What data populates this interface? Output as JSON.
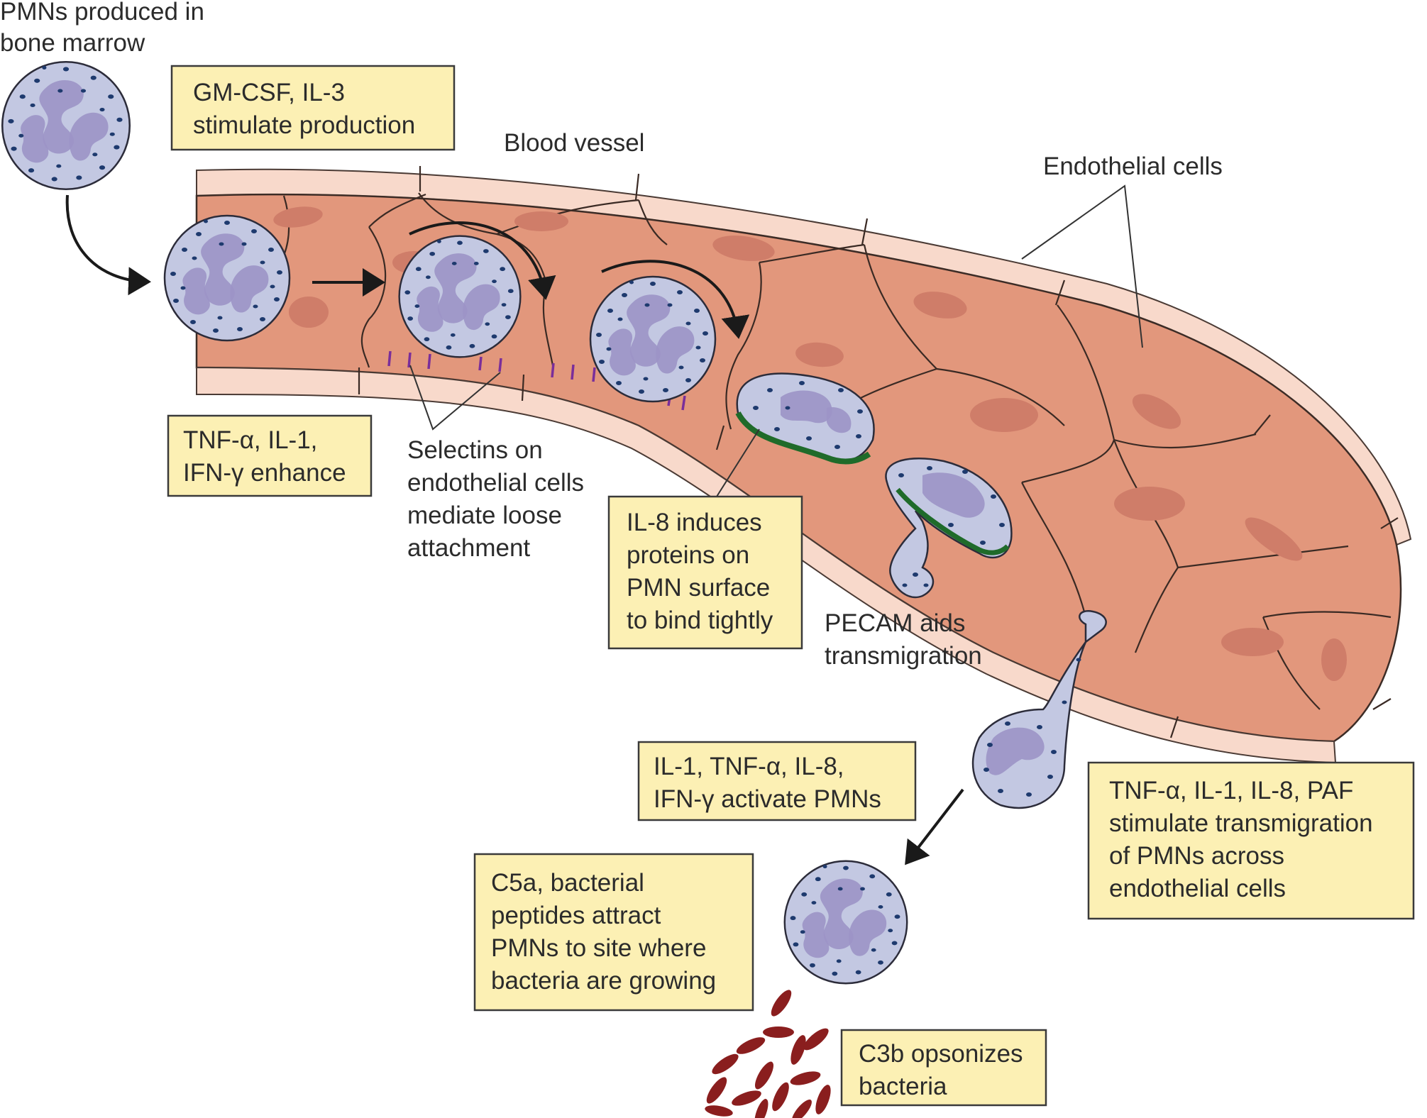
{
  "labels": {
    "pmn_produced": [
      "PMNs produced in",
      "bone marrow"
    ],
    "blood_vessel": "Blood vessel",
    "endothelial_cells": "Endothelial cells",
    "selectins": [
      "Selectins on",
      "endothelial cells",
      "mediate loose",
      "attachment"
    ],
    "pecam": [
      "PECAM aids",
      "transmigration"
    ]
  },
  "boxes": {
    "gmcsf": [
      "GM-CSF, IL-3",
      "stimulate production"
    ],
    "tnf_enhance": [
      "TNF-α, IL-1,",
      "IFN-γ enhance"
    ],
    "il8": [
      "IL-8 induces",
      "proteins on",
      "PMN surface",
      "to bind tightly"
    ],
    "activate": [
      "IL-1, TNF-α, IL-8,",
      "IFN-γ activate PMNs"
    ],
    "transmigration": [
      "TNF-α, IL-1, IL-8, PAF",
      "stimulate transmigration",
      "of PMNs across",
      "endothelial cells"
    ],
    "c5a": [
      "C5a, bacterial",
      "peptides attract",
      "PMNs to site where",
      "bacteria are growing"
    ],
    "c3b": [
      "C3b opsonizes",
      "bacteria"
    ]
  },
  "colors": {
    "box_fill": "#fcf0b4",
    "vessel_lumen": "#e2977c",
    "vessel_wall": "#f8d9cb",
    "pmn_cytoplasm": "#c3c8e2",
    "pmn_nucleus": "#9c93c6",
    "granules": "#1e3a6e",
    "selectins": "#7a2e9a",
    "adhesion_proteins": "#1f6b2a",
    "bacteria": "#8a1e1e"
  }
}
